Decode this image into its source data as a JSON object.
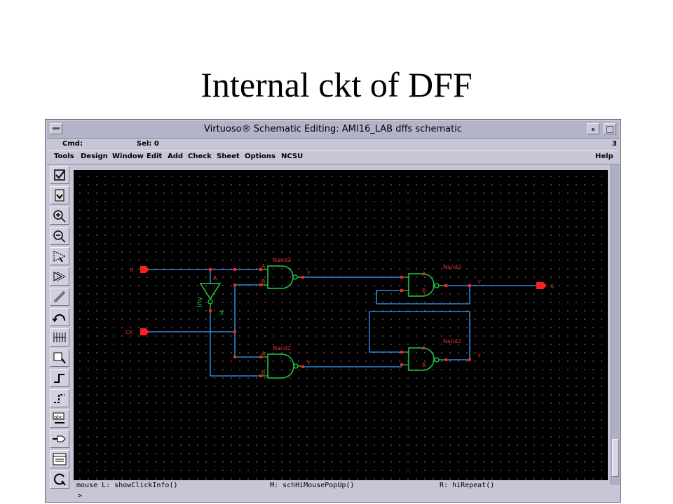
{
  "slide": {
    "title": "Internal ckt of DFF"
  },
  "window": {
    "title": "Virtuoso® Schematic Editing: AMI16_LAB dffs schematic",
    "cmd_label": "Cmd:",
    "sel_label": "Sel: 0",
    "number": "3"
  },
  "menu": {
    "items": [
      "Tools",
      "Design",
      "Window",
      "Edit",
      "Add",
      "Check",
      "Sheet",
      "Options",
      "NCSU"
    ],
    "help": "Help"
  },
  "toolbar": {
    "icons": [
      "check-icon",
      "save-icon",
      "zoom-in-icon",
      "zoom-out-icon",
      "stretch-icon",
      "copy-icon",
      "wire-icon",
      "undo-icon",
      "property-icon",
      "instance-icon",
      "pin-icon",
      "wire-name-icon",
      "label-icon",
      "net-icon",
      "window-icon",
      "repeat-icon"
    ]
  },
  "schematic": {
    "pins": {
      "d": "d",
      "ck": "Ck",
      "q": "q"
    },
    "inverter": {
      "name": "inv",
      "instance": "I4",
      "pin_label": "A"
    },
    "gates": [
      {
        "name": "Nand2",
        "pin_a": "A",
        "pin_b": "B",
        "pin_y": "Y"
      },
      {
        "name": "Nand2",
        "pin_a": "A",
        "pin_b": "B",
        "pin_y": "Y"
      },
      {
        "name": "Nand2",
        "pin_a": "A",
        "pin_b": "B",
        "pin_y": "Y"
      },
      {
        "name": "Nand2",
        "pin_a": "A",
        "pin_b": "B",
        "pin_y": "Y"
      }
    ],
    "colors": {
      "wire": "#3aa0ff",
      "device": "#22cc44",
      "pin": "#ff2020",
      "label": "#e03030",
      "background": "#000000"
    }
  },
  "mouse": {
    "left": "mouse L: showClickInfo()",
    "middle": "M: schHiMousePopUp()",
    "right": "R: hiRepeat()"
  },
  "prompt": ">"
}
